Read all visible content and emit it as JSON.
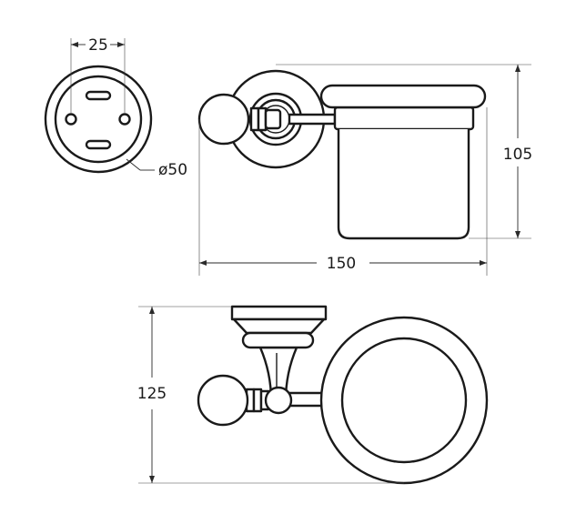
{
  "dimensions": {
    "hole_spacing": "25",
    "rosette_diameter": "ø50",
    "height_side": "105",
    "length_side": "150",
    "height_top": "125"
  }
}
